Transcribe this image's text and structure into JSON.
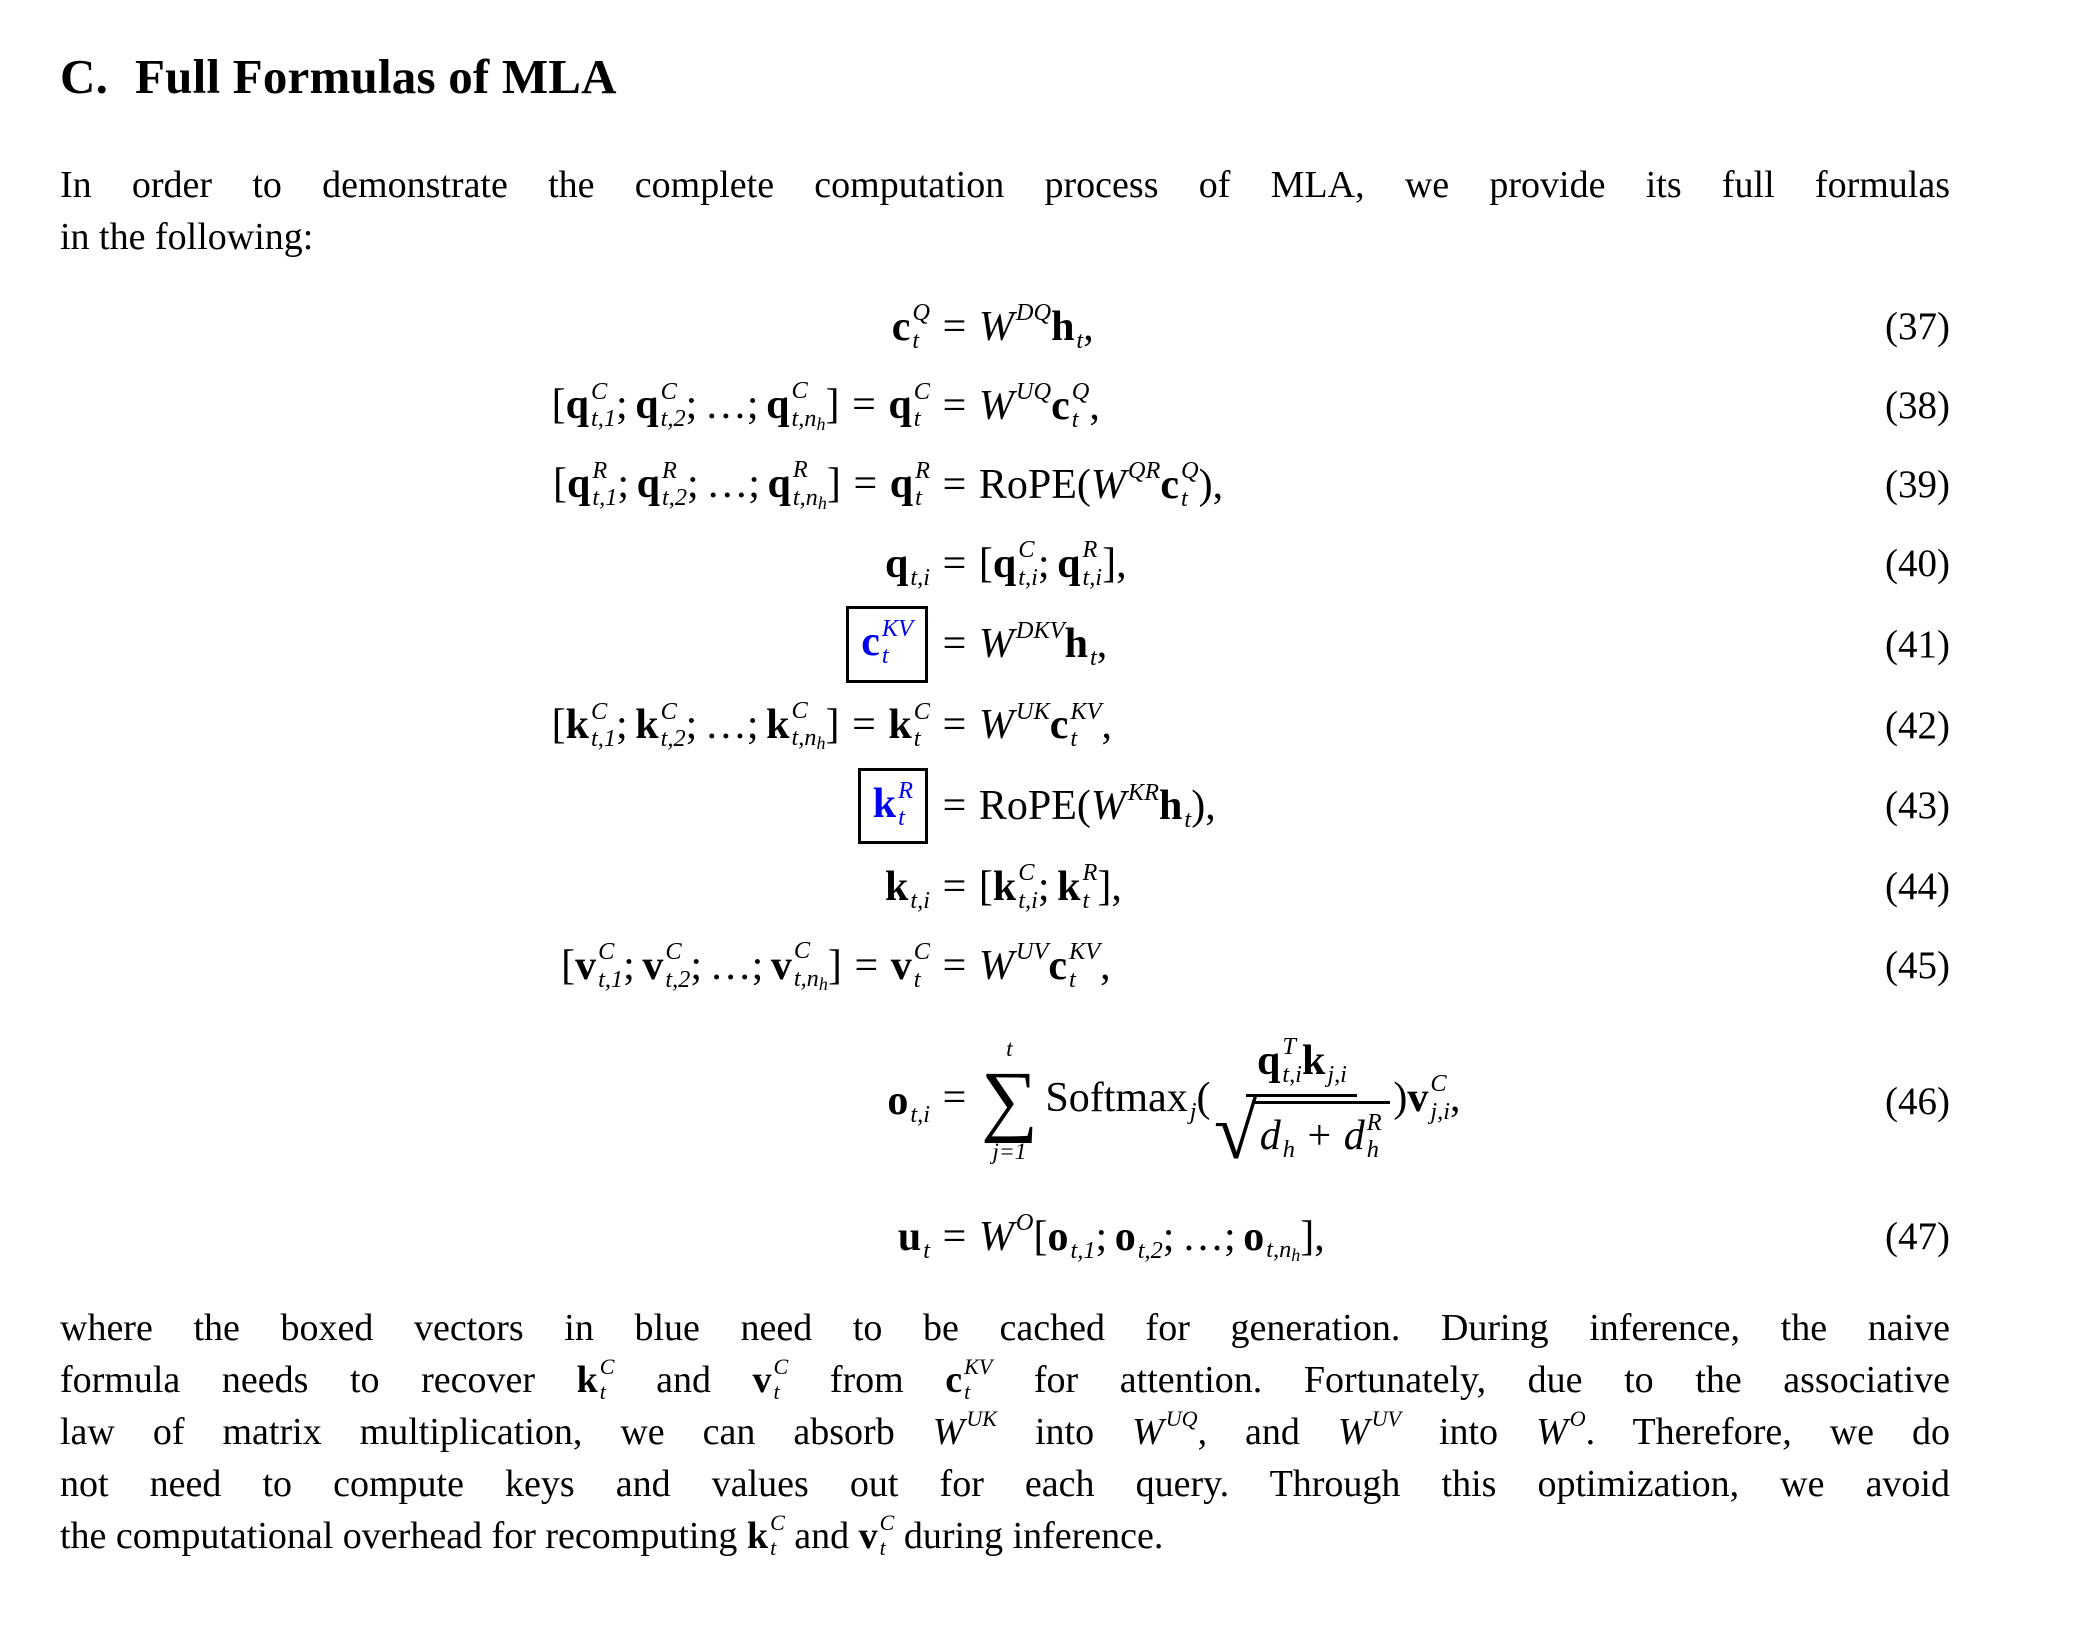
{
  "header": {
    "section_label": "C.",
    "section_name": "Full Formulas of MLA"
  },
  "colors": {
    "cache_blue": "#0000EE",
    "text": "#000000",
    "background": "#FFFFFF"
  },
  "intro": {
    "lines": [
      [
        {
          "text": "In order to demonstrate the complete computation process of MLA, we provide its full formulas"
        }
      ],
      [
        {
          "text": "in the following:"
        }
      ]
    ]
  },
  "equations": [
    {
      "id": 37,
      "number": "(37)",
      "lhs": [
        {
          "b": "c",
          "bold": true,
          "sub": "t",
          "sup": "Q"
        }
      ],
      "rhs": [
        {
          "b": "=",
          "op": true
        },
        {
          "b": "W",
          "it": true,
          "sup": "DQ"
        },
        {
          "b": "h",
          "bold": true,
          "sub": "t"
        },
        {
          "b": ","
        }
      ]
    },
    {
      "id": 38,
      "number": "(38)",
      "lhs": [
        {
          "b": "["
        },
        {
          "b": "q",
          "bold": true,
          "sub": "t,1",
          "sup": "C"
        },
        {
          "b": ";"
        },
        {
          "b": "q",
          "bold": true,
          "sub": "t,2",
          "sup": "C"
        },
        {
          "b": ";"
        },
        {
          "b": "…"
        },
        {
          "b": ";"
        },
        {
          "b": "q",
          "bold": true,
          "sub": "t,n",
          "sub2": "h",
          "sup": "C"
        },
        {
          "b": "]"
        },
        {
          "b": "=",
          "op": true
        },
        {
          "b": "q",
          "bold": true,
          "sub": "t",
          "sup": "C"
        }
      ],
      "rhs": [
        {
          "b": "=",
          "op": true
        },
        {
          "b": "W",
          "it": true,
          "sup": "UQ"
        },
        {
          "b": "c",
          "bold": true,
          "sub": "t",
          "sup": "Q"
        },
        {
          "b": ","
        }
      ]
    },
    {
      "id": 39,
      "number": "(39)",
      "lhs": [
        {
          "b": "["
        },
        {
          "b": "q",
          "bold": true,
          "sub": "t,1",
          "sup": "R"
        },
        {
          "b": ";"
        },
        {
          "b": "q",
          "bold": true,
          "sub": "t,2",
          "sup": "R"
        },
        {
          "b": ";"
        },
        {
          "b": "…"
        },
        {
          "b": ";"
        },
        {
          "b": "q",
          "bold": true,
          "sub": "t,n",
          "sub2": "h",
          "sup": "R"
        },
        {
          "b": "]"
        },
        {
          "b": "=",
          "op": true
        },
        {
          "b": "q",
          "bold": true,
          "sub": "t",
          "sup": "R"
        }
      ],
      "rhs": [
        {
          "b": "=",
          "op": true
        },
        {
          "b": "RoPE",
          "fn": true
        },
        {
          "b": "("
        },
        {
          "b": "W",
          "it": true,
          "sup": "QR"
        },
        {
          "b": "c",
          "bold": true,
          "sub": "t",
          "sup": "Q"
        },
        {
          "b": ")"
        },
        {
          "b": ","
        }
      ]
    },
    {
      "id": 40,
      "number": "(40)",
      "lhs": [
        {
          "b": "q",
          "bold": true,
          "sub": "t,i"
        }
      ],
      "rhs": [
        {
          "b": "=",
          "op": true
        },
        {
          "b": "["
        },
        {
          "b": "q",
          "bold": true,
          "sub": "t,i",
          "sup": "C"
        },
        {
          "b": ";"
        },
        {
          "b": "q",
          "bold": true,
          "sub": "t,i",
          "sup": "R"
        },
        {
          "b": "]"
        },
        {
          "b": ","
        }
      ]
    },
    {
      "id": 41,
      "number": "(41)",
      "lhs": [
        {
          "b": "c",
          "bold": true,
          "blue": true,
          "boxed": true,
          "sub": "t",
          "sup": "KV"
        }
      ],
      "rhs": [
        {
          "b": "=",
          "op": true
        },
        {
          "b": "W",
          "it": true,
          "sup": "DKV"
        },
        {
          "b": "h",
          "bold": true,
          "sub": "t"
        },
        {
          "b": ","
        }
      ]
    },
    {
      "id": 42,
      "number": "(42)",
      "lhs": [
        {
          "b": "["
        },
        {
          "b": "k",
          "bold": true,
          "sub": "t,1",
          "sup": "C"
        },
        {
          "b": ";"
        },
        {
          "b": "k",
          "bold": true,
          "sub": "t,2",
          "sup": "C"
        },
        {
          "b": ";"
        },
        {
          "b": "…"
        },
        {
          "b": ";"
        },
        {
          "b": "k",
          "bold": true,
          "sub": "t,n",
          "sub2": "h",
          "sup": "C"
        },
        {
          "b": "]"
        },
        {
          "b": "=",
          "op": true
        },
        {
          "b": "k",
          "bold": true,
          "sub": "t",
          "sup": "C"
        }
      ],
      "rhs": [
        {
          "b": "=",
          "op": true
        },
        {
          "b": "W",
          "it": true,
          "sup": "UK"
        },
        {
          "b": "c",
          "bold": true,
          "sub": "t",
          "sup": "KV"
        },
        {
          "b": ","
        }
      ]
    },
    {
      "id": 43,
      "number": "(43)",
      "lhs": [
        {
          "b": "k",
          "bold": true,
          "blue": true,
          "boxed": true,
          "sub": "t",
          "sup": "R"
        }
      ],
      "rhs": [
        {
          "b": "=",
          "op": true
        },
        {
          "b": "RoPE",
          "fn": true
        },
        {
          "b": "("
        },
        {
          "b": "W",
          "it": true,
          "sup": "KR"
        },
        {
          "b": "h",
          "bold": true,
          "sub": "t"
        },
        {
          "b": ")"
        },
        {
          "b": ","
        }
      ]
    },
    {
      "id": 44,
      "number": "(44)",
      "lhs": [
        {
          "b": "k",
          "bold": true,
          "sub": "t,i"
        }
      ],
      "rhs": [
        {
          "b": "=",
          "op": true
        },
        {
          "b": "["
        },
        {
          "b": "k",
          "bold": true,
          "sub": "t,i",
          "sup": "C"
        },
        {
          "b": ";"
        },
        {
          "b": "k",
          "bold": true,
          "sub": "t",
          "sup": "R"
        },
        {
          "b": "]"
        },
        {
          "b": ","
        }
      ]
    },
    {
      "id": 45,
      "number": "(45)",
      "lhs": [
        {
          "b": "["
        },
        {
          "b": "v",
          "bold": true,
          "sub": "t,1",
          "sup": "C"
        },
        {
          "b": ";"
        },
        {
          "b": "v",
          "bold": true,
          "sub": "t,2",
          "sup": "C"
        },
        {
          "b": ";"
        },
        {
          "b": "…"
        },
        {
          "b": ";"
        },
        {
          "b": "v",
          "bold": true,
          "sub": "t,n",
          "sub2": "h",
          "sup": "C"
        },
        {
          "b": "]"
        },
        {
          "b": "=",
          "op": true
        },
        {
          "b": "v",
          "bold": true,
          "sub": "t",
          "sup": "C"
        }
      ],
      "rhs": [
        {
          "b": "=",
          "op": true
        },
        {
          "b": "W",
          "it": true,
          "sup": "UV"
        },
        {
          "b": "c",
          "bold": true,
          "sub": "t",
          "sup": "KV"
        },
        {
          "b": ","
        }
      ]
    },
    {
      "id": 46,
      "number": "(46)",
      "lhs": [
        {
          "b": "o",
          "bold": true,
          "sub": "t,i"
        }
      ],
      "rhs": [
        {
          "b": "=",
          "op": true
        },
        {
          "sum": {
            "top": "t",
            "bot": "j=1"
          }
        },
        {
          "b": "Softmax",
          "fn": true,
          "sub": "j"
        },
        {
          "b": "("
        },
        {
          "frac": {
            "num": [
              {
                "b": "q",
                "bold": true,
                "sub": "t,i",
                "sup": "T"
              },
              {
                "b": "k",
                "bold": true,
                "sub": "j,i"
              }
            ],
            "den": [
              {
                "b": "d",
                "it": true,
                "sub": "h"
              },
              {
                "b": "+",
                "op": true
              },
              {
                "b": "d",
                "it": true,
                "sub": "h",
                "sup": "R"
              }
            ],
            "den_sqrt": true
          }
        },
        {
          "b": ")"
        },
        {
          "b": "v",
          "bold": true,
          "sub": "j,i",
          "sup": "C"
        },
        {
          "b": ","
        }
      ]
    },
    {
      "id": 47,
      "number": "(47)",
      "lhs": [
        {
          "b": "u",
          "bold": true,
          "sub": "t"
        }
      ],
      "rhs": [
        {
          "b": "=",
          "op": true
        },
        {
          "b": "W",
          "it": true,
          "sup": "O"
        },
        {
          "b": "["
        },
        {
          "b": "o",
          "bold": true,
          "sub": "t,1"
        },
        {
          "b": ";"
        },
        {
          "b": "o",
          "bold": true,
          "sub": "t,2"
        },
        {
          "b": ";"
        },
        {
          "b": "…"
        },
        {
          "b": ";"
        },
        {
          "b": "o",
          "bold": true,
          "sub": "t,n",
          "sub2": "h"
        },
        {
          "b": "]"
        },
        {
          "b": ","
        }
      ]
    }
  ],
  "closing": {
    "lines": [
      [
        {
          "text": "where the boxed vectors in blue need to be cached for generation. During inference, the naive"
        }
      ],
      [
        {
          "text": "formula needs to recover "
        },
        {
          "math": {
            "b": "k",
            "bold": true,
            "sub": "t",
            "sup": "C"
          }
        },
        {
          "text": " and "
        },
        {
          "math": {
            "b": "v",
            "bold": true,
            "sub": "t",
            "sup": "C"
          }
        },
        {
          "text": " from "
        },
        {
          "math": {
            "b": "c",
            "bold": true,
            "sub": "t",
            "sup": "KV"
          }
        },
        {
          "text": " for attention. Fortunately, due to the associative"
        }
      ],
      [
        {
          "text": "law of matrix multiplication, we can absorb "
        },
        {
          "math": {
            "b": "W",
            "it": true,
            "sup": "UK"
          }
        },
        {
          "text": " into "
        },
        {
          "math": {
            "b": "W",
            "it": true,
            "sup": "UQ"
          }
        },
        {
          "text": ", and "
        },
        {
          "math": {
            "b": "W",
            "it": true,
            "sup": "UV"
          }
        },
        {
          "text": " into "
        },
        {
          "math": {
            "b": "W",
            "it": true,
            "sup": "O"
          }
        },
        {
          "text": ". Therefore, we do"
        }
      ],
      [
        {
          "text": "not need to compute keys and values out for each query. Through this optimization, we avoid"
        }
      ],
      [
        {
          "text": "the computational overhead for recomputing "
        },
        {
          "math": {
            "b": "k",
            "bold": true,
            "sub": "t",
            "sup": "C"
          }
        },
        {
          "text": " and "
        },
        {
          "math": {
            "b": "v",
            "bold": true,
            "sub": "t",
            "sup": "C"
          }
        },
        {
          "text": " during inference."
        }
      ]
    ]
  }
}
